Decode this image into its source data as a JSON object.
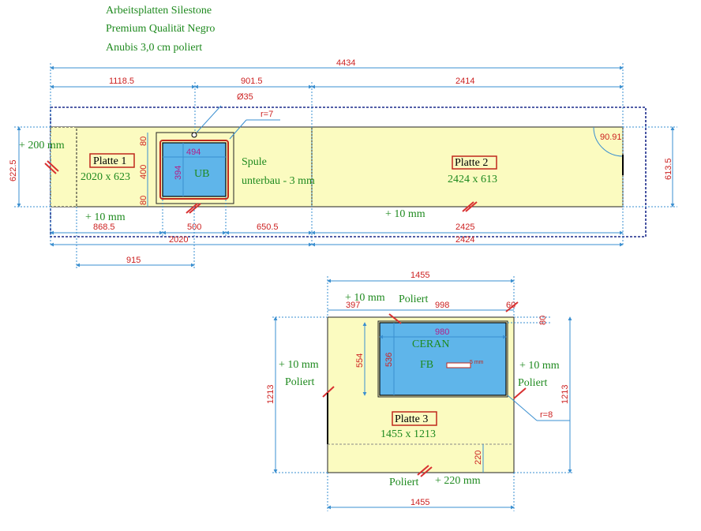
{
  "header": {
    "line1": "Arbeitsplatten Silestone",
    "line2": "Premium Qualität Negro",
    "line3": "Anubis 3,0 cm poliert"
  },
  "top": {
    "total": "4434",
    "d1": "1118.5",
    "d2": "901.5",
    "d3": "2414",
    "hole": "Ø35",
    "radius": "r=7",
    "left_ext": "+ 200 mm",
    "h_left": "622.5",
    "h_right": "613.5",
    "angle": "90.91",
    "v80a": "80",
    "v400": "400",
    "v80b": "80",
    "sink_w": "494",
    "sink_h": "394",
    "sink_label": "UB",
    "spule1": "Spule",
    "spule2": "unterbau - 3 mm",
    "platte1": "Platte 1",
    "platte1_size": "2020 x 623",
    "platte2": "Platte 2",
    "platte2_size": "2424 x 613",
    "plus10a": "+ 10 mm",
    "plus10b": "+ 10 mm",
    "b1": "868.5",
    "b2": "500",
    "b3": "650.5",
    "b4": "2425",
    "c1": "2020",
    "c2": "2424",
    "e1": "915"
  },
  "bottom": {
    "w_top": "1455",
    "plus10_top": "+ 10 mm",
    "poliert_top": "Poliert",
    "d397": "397",
    "d998": "998",
    "d60": "60",
    "d80": "80",
    "d980": "980",
    "ceran": "CERAN",
    "fb": "FB",
    "mm5": "5 mm",
    "v554": "554",
    "v536": "536",
    "h_left": "1213",
    "h_right": "1213",
    "left_plus": "+ 10 mm",
    "left_poliert": "Poliert",
    "right_plus": "+ 10 mm",
    "right_poliert": "Poliert",
    "radius": "r=8",
    "platte3": "Platte 3",
    "platte3_size": "1455 x 1213",
    "v220": "220",
    "poliert_bot": "Poliert",
    "plus220": "+ 220 mm",
    "w_bot": "1455"
  },
  "colors": {
    "slab": "#fbfbc0",
    "sink": "#5fb5ea",
    "dim_line": "#3a8fd0",
    "dim_text": "#cc2222",
    "label_text": "#1f8a1f",
    "edge_mark": "#d83030"
  }
}
